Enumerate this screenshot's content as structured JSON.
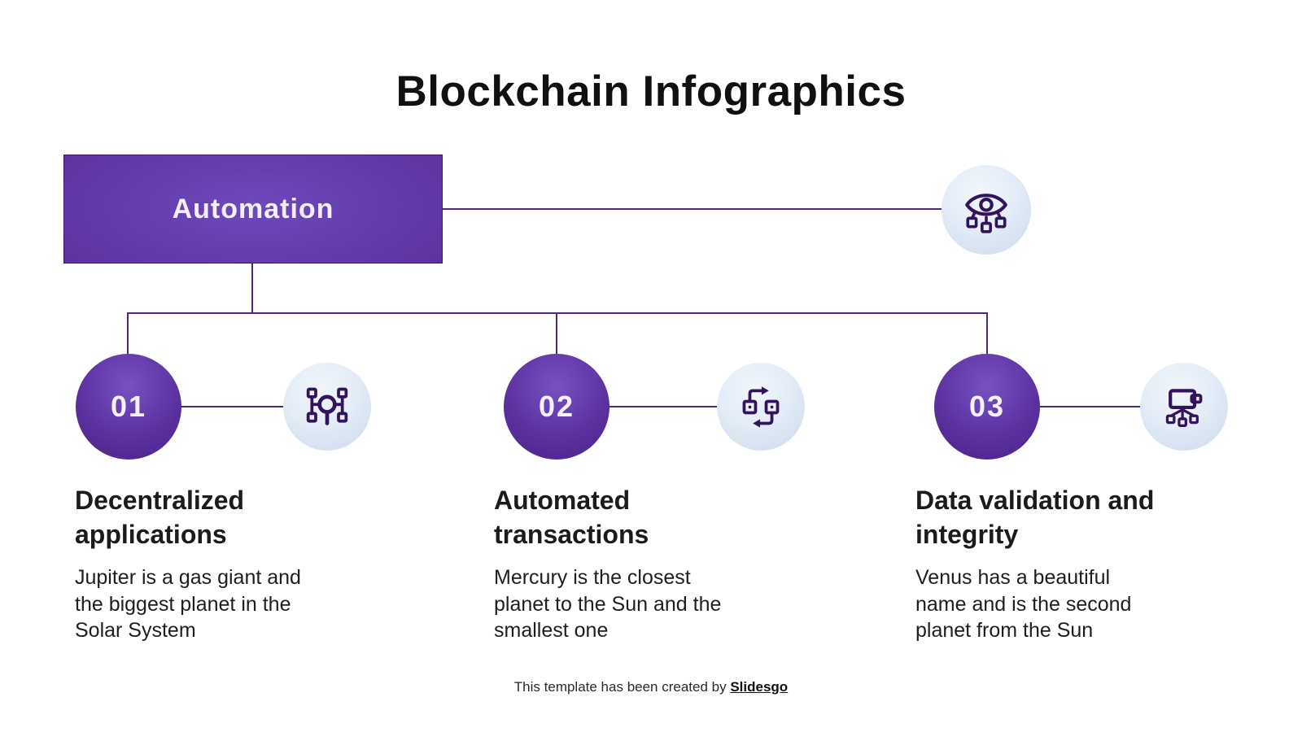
{
  "title": "Blockchain Infographics",
  "root": {
    "label": "Automation",
    "icon": "eye-network-icon"
  },
  "branches": [
    {
      "number": "01",
      "icon": "network-hub-icon",
      "heading": "Decentralized\napplications",
      "description": "Jupiter is a gas giant and\nthe biggest planet in the\nSolar System"
    },
    {
      "number": "02",
      "icon": "transactions-exchange-icon",
      "heading": "Automated\ntransactions",
      "description": "Mercury is the closest\nplanet to the Sun and the\nsmallest one"
    },
    {
      "number": "03",
      "icon": "wallet-network-icon",
      "heading": "Data validation and\nintegrity",
      "description": "Venus has a beautiful\nname and is the second\nplanet from the Sun"
    }
  ],
  "footer": {
    "prefix": "This template has been created by ",
    "brand": "Slidesgo"
  },
  "colors": {
    "accent_purple": "#6b46b8",
    "deep_purple": "#47207e",
    "connector_line": "#4b2a7d",
    "icon_stroke": "#33135c",
    "icon_circle_bg": "#dbe6f3",
    "text": "#1b1b1b"
  }
}
